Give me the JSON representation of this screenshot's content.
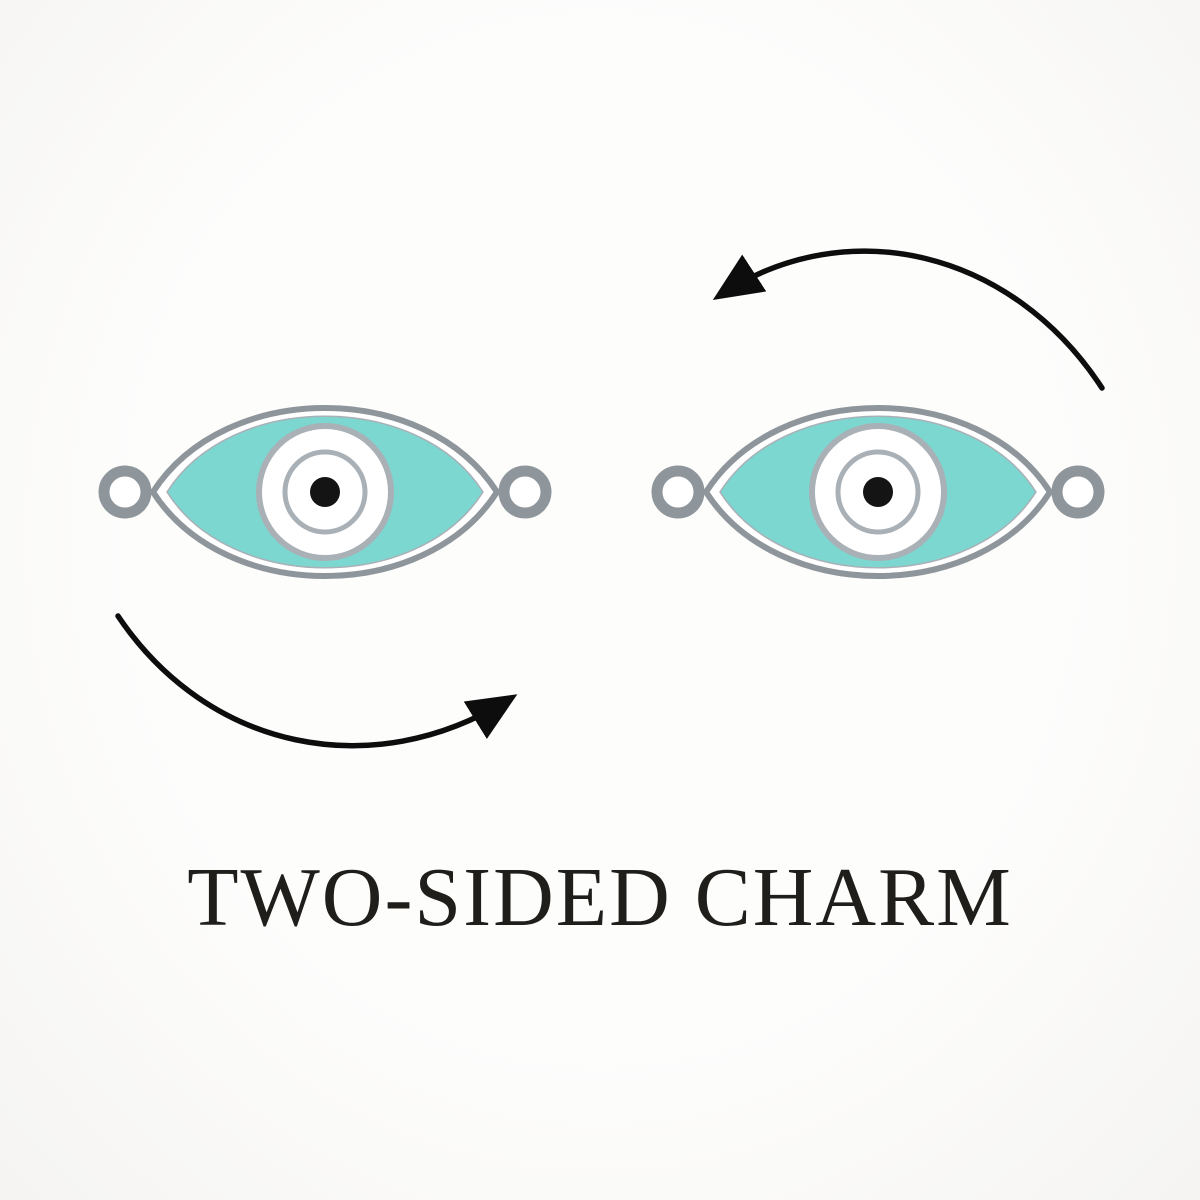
{
  "caption": {
    "text": "TWO-SIDED CHARM"
  },
  "colors": {
    "background": "#FDFDFC",
    "enamel_teal": "#7CD7D1",
    "metal_silver": "#8E969C",
    "metal_ring": "#A9B0B6",
    "eye_white": "#FFFFFF",
    "pupil_black": "#141414",
    "arrow_black": "#0D0D0D",
    "text_color": "#201E1B"
  },
  "icons": {
    "charm_left": "evil-eye-charm-front",
    "charm_right": "evil-eye-charm-back",
    "arrow_top": "curved-rotation-arrow-counterclockwise",
    "arrow_bottom": "curved-rotation-arrow-clockwise"
  }
}
